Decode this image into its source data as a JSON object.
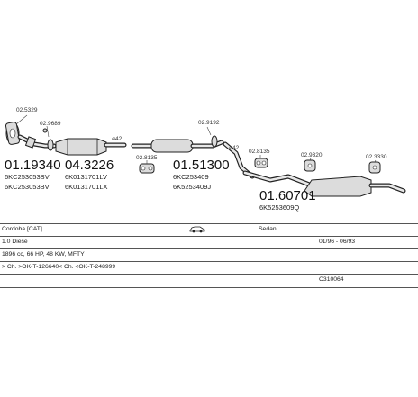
{
  "diagram": {
    "parts": [
      {
        "id": "p1",
        "label": "02.5329",
        "oem": []
      },
      {
        "id": "p2",
        "label": "02.9689",
        "oem": []
      },
      {
        "id": "p3",
        "label": "01.19340",
        "oem": [
          "6KC253053BV",
          "6KC253053BV"
        ]
      },
      {
        "id": "p4",
        "label": "04.3226",
        "oem": [
          "6K0131701LV",
          "6K0131701LX"
        ]
      },
      {
        "id": "p5",
        "label": "02.8135",
        "oem": []
      },
      {
        "id": "p6",
        "label": "01.51300",
        "oem": [
          "6KC253409",
          "6K5253409J"
        ]
      },
      {
        "id": "p7",
        "label": "02.9192",
        "oem": []
      },
      {
        "id": "p8",
        "label": "02.8135",
        "oem": []
      },
      {
        "id": "p9",
        "label": "02.9320",
        "oem": []
      },
      {
        "id": "p10",
        "label": "02.3330",
        "oem": []
      },
      {
        "id": "p11",
        "label": "01.60701",
        "oem": [
          "6K5253609Q"
        ]
      }
    ],
    "diameters": [
      "ø42",
      "ø42"
    ]
  },
  "info": {
    "model": "Cordoba  [CAT]",
    "body_type": "Sedan",
    "engine": "1.0 Diese",
    "years": "01/96 - 06/93",
    "specs": "1896 cc, 66 HP, 48 KW, MFTY",
    "chassis": "> Ch. >OK-T-126640< Ch. <OK-T-248999",
    "code": "C310064"
  }
}
